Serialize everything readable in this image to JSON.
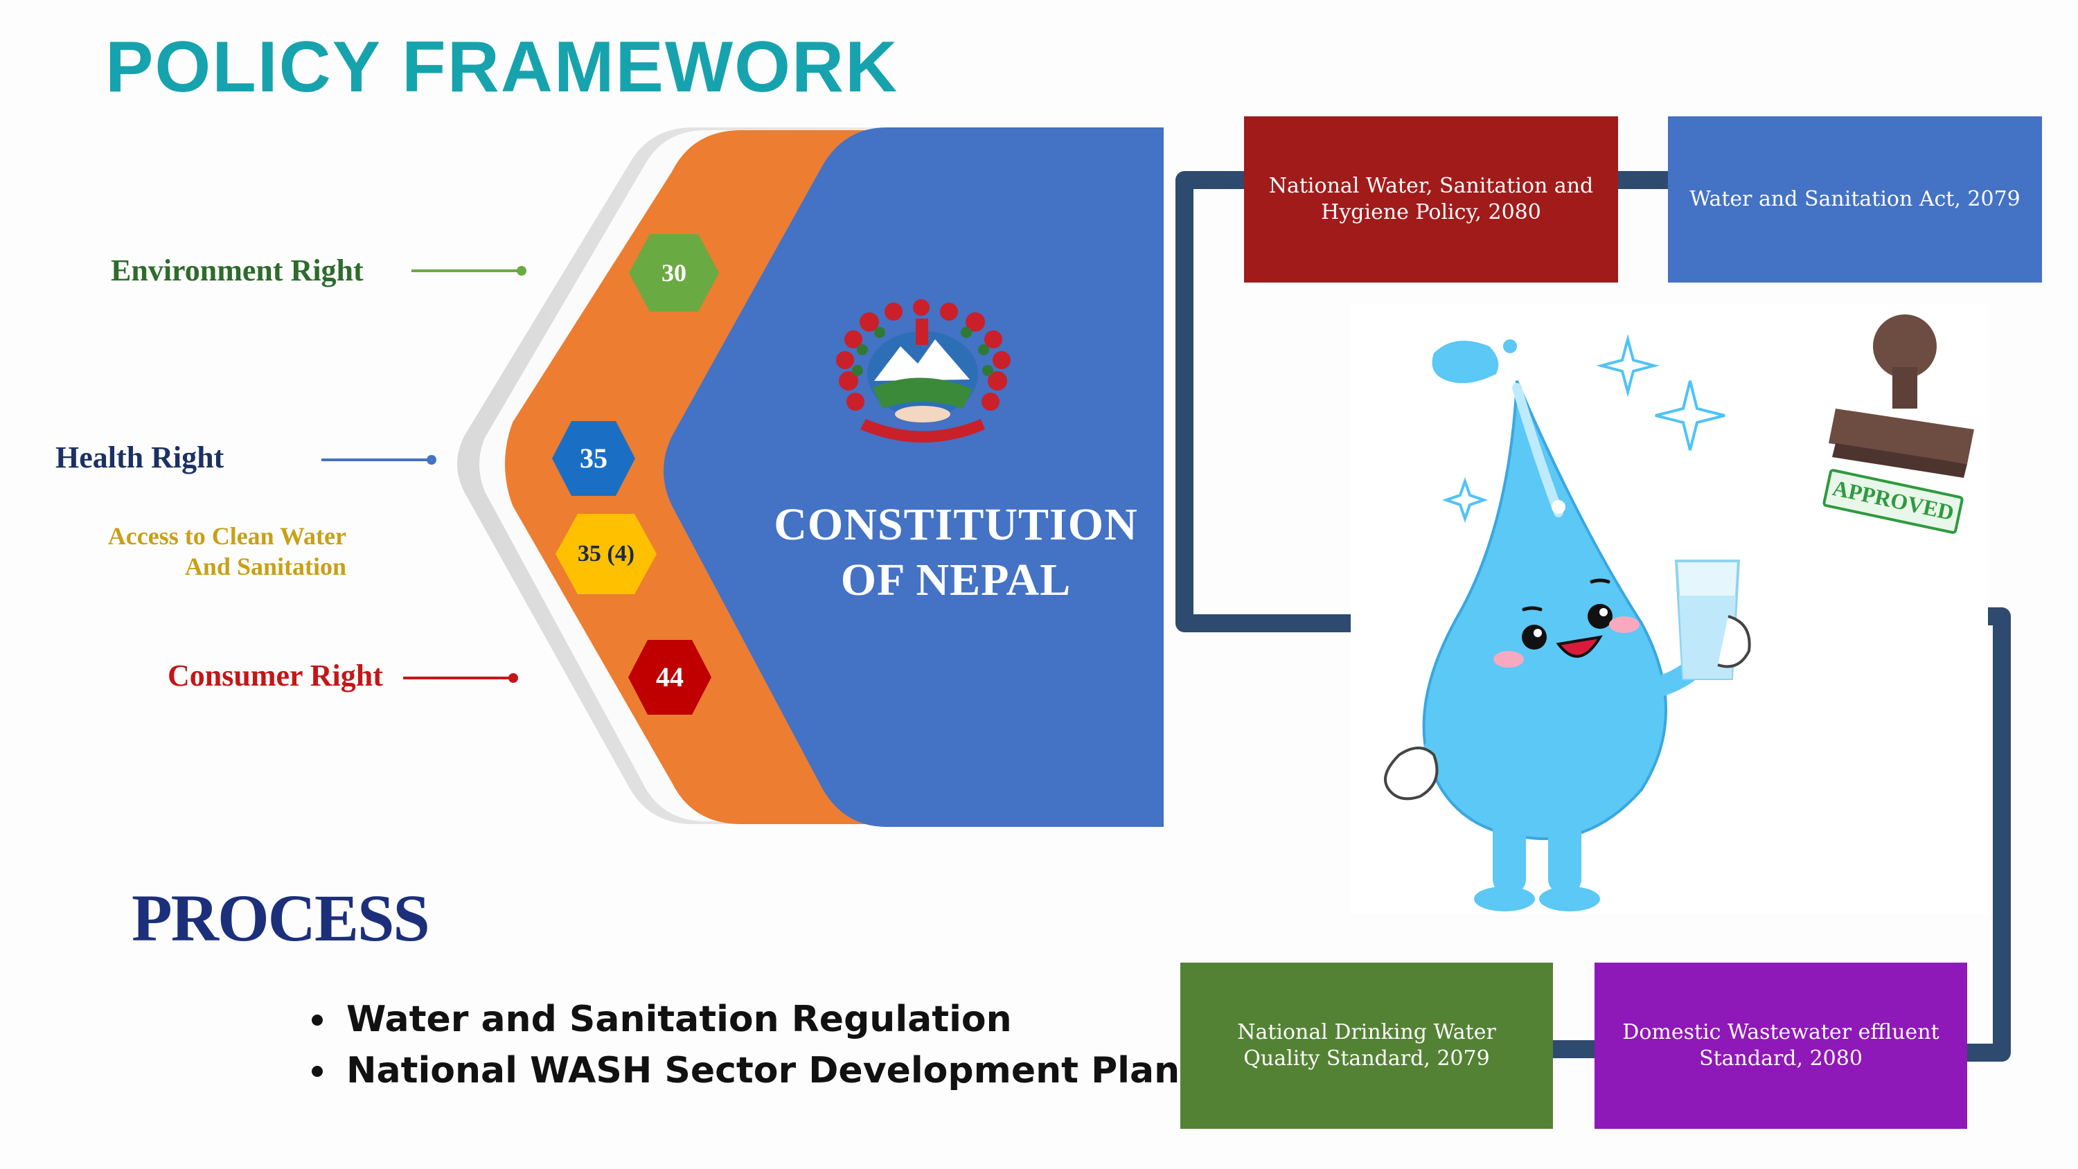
{
  "title": "POLICY FRAMEWORK",
  "rights": {
    "environment": {
      "label": "Environment Right",
      "article": "30",
      "color": "#2e6b2c",
      "hex_color": "#6aaa42"
    },
    "health": {
      "label": "Health Right",
      "article": "35",
      "color": "#1b3163",
      "hex_color": "#1a6fc4"
    },
    "access": {
      "label": "Access to Clean Water And Sanitation",
      "article": "35 (4)",
      "color": "#c8a018",
      "hex_color": "#ffc000"
    },
    "consumer": {
      "label": "Consumer Right",
      "article": "44",
      "color": "#c41618",
      "hex_color": "#c00000"
    }
  },
  "constitution": {
    "title": "CONSTITUTION OF NEPAL",
    "color": "#4472c4",
    "band_color": "#ed7d31"
  },
  "boxes": {
    "wash_policy": {
      "text": "National Water, Sanitation and Hygiene Policy, 2080",
      "color": "#a11b1b"
    },
    "wsa_act": {
      "text": "Water and Sanitation Act, 2079",
      "color": "#4472c4"
    },
    "drinking_std": {
      "text": "National Drinking Water Quality Standard, 2079",
      "color": "#548235"
    },
    "wastewater_std": {
      "text": "Domestic Wastewater effluent Standard, 2080",
      "color": "#8f18b8"
    }
  },
  "stamp": {
    "text": "APPROVED"
  },
  "process": {
    "title": "PROCESS",
    "items": [
      "Water and Sanitation Regulation",
      "National WASH Sector Development Plan"
    ]
  }
}
